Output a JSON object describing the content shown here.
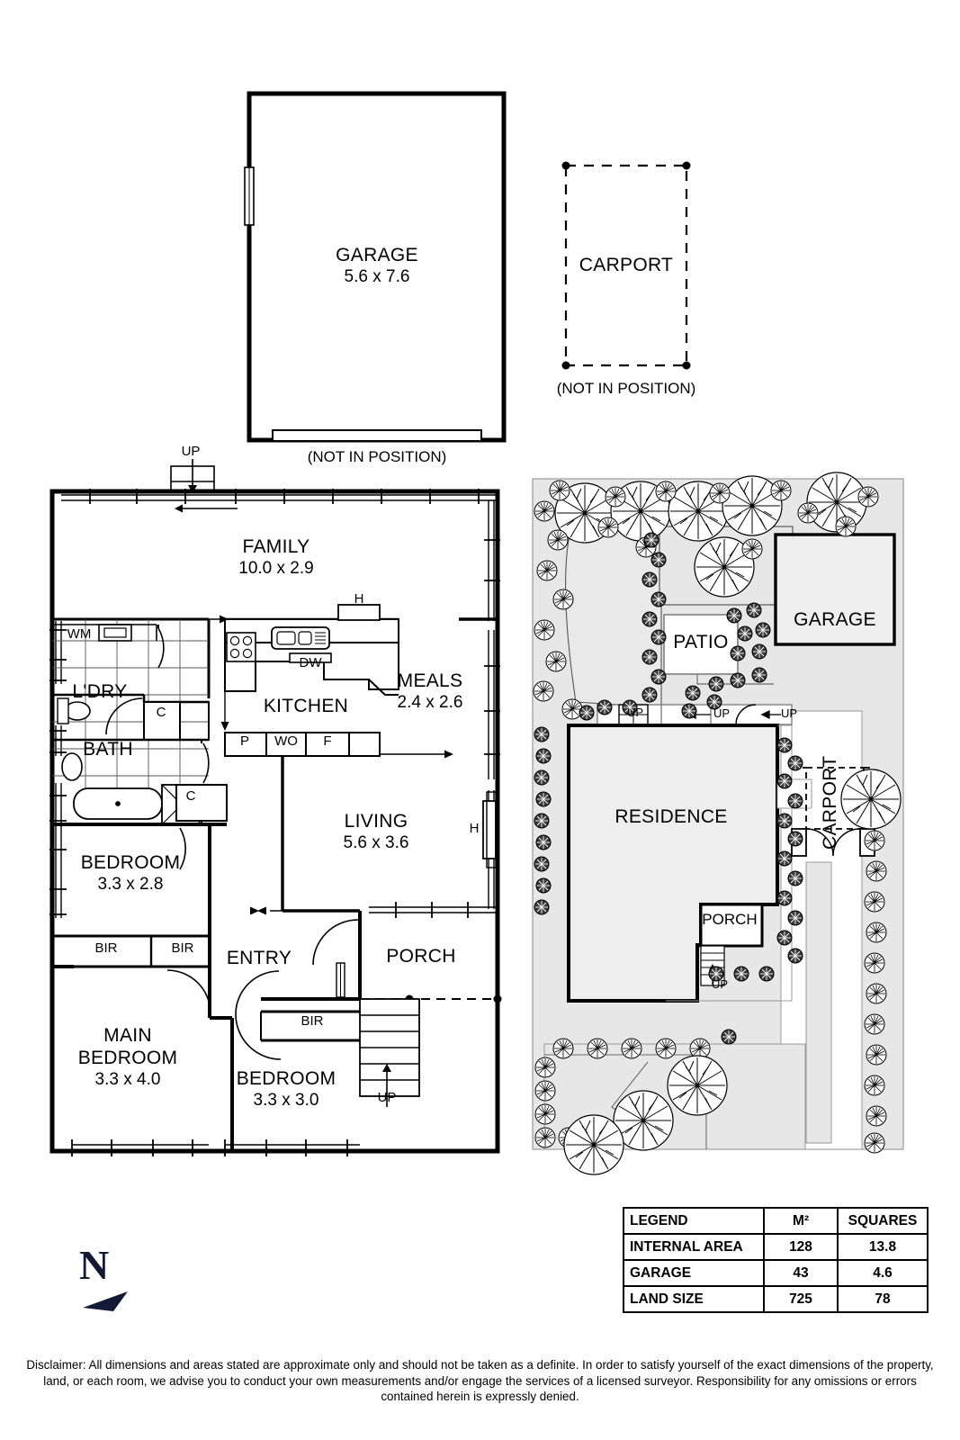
{
  "document": {
    "type": "real-estate-floor-plan",
    "disclaimer": "Disclaimer: All dimensions and areas stated are approximate only and should not be taken as a definite. In order to satisfy yourself of the exact dimensions of the property, land, or each room, we advise you to conduct your own measurements and/or engage the services of a licensed surveyor. Responsibility for any omissions or errors contained herein is expressly denied."
  },
  "detached_structures": {
    "garage": {
      "name": "GARAGE",
      "dimensions": "5.6 x 7.6",
      "note": "(NOT IN POSITION)"
    },
    "carport": {
      "name": "CARPORT",
      "note": "(NOT IN POSITION)"
    }
  },
  "floorplan": {
    "rooms": [
      {
        "name": "FAMILY",
        "dimensions": "10.0 x 2.9"
      },
      {
        "name": "MEALS",
        "dimensions": "2.4 x 2.6"
      },
      {
        "name": "KITCHEN",
        "dimensions": ""
      },
      {
        "name": "L'DRY",
        "dimensions": ""
      },
      {
        "name": "BATH",
        "dimensions": ""
      },
      {
        "name": "LIVING",
        "dimensions": "5.6 x 3.6"
      },
      {
        "name": "BEDROOM",
        "dimensions": "3.3 x 2.8"
      },
      {
        "name": "MAIN BEDROOM",
        "dimensions": "3.3 x 4.0"
      },
      {
        "name": "BEDROOM",
        "dimensions": "3.3 x 3.0"
      },
      {
        "name": "ENTRY",
        "dimensions": ""
      },
      {
        "name": "PORCH",
        "dimensions": ""
      }
    ],
    "room_labels": {
      "family_name": "FAMILY",
      "family_dim": "10.0 x 2.9",
      "meals_name": "MEALS",
      "meals_dim": "2.4 x 2.6",
      "kitchen_name": "KITCHEN",
      "ldry_name": "L'DRY",
      "bath_name": "BATH",
      "living_name": "LIVING",
      "living_dim": "5.6 x 3.6",
      "bedroom2_name": "BEDROOM",
      "bedroom2_dim": "3.3 x 2.8",
      "main_bed_line1": "MAIN",
      "main_bed_line2": "BEDROOM",
      "main_bed_dim": "3.3 x 4.0",
      "bedroom3_name": "BEDROOM",
      "bedroom3_dim": "3.3 x 3.0",
      "entry_name": "ENTRY",
      "porch_name": "PORCH"
    },
    "fixtures": {
      "wm": "WM",
      "dw": "DW",
      "hotwater_kitchen": "H",
      "hotwater_living": "H",
      "pantry": "P",
      "wall_oven": "WO",
      "fridge": "F",
      "cupboard_1": "C",
      "cupboard_2": "C",
      "bir_1": "BIR",
      "bir_2": "BIR",
      "bir_3": "BIR",
      "stairs_up_top": "UP",
      "stairs_up_bottom": "UP"
    }
  },
  "siteplan": {
    "labels": {
      "residence": "RESIDENCE",
      "garage": "GARAGE",
      "patio": "PATIO",
      "porch": "PORCH",
      "carport": "CARPORT",
      "up_1": "UP",
      "up_2": "UP",
      "up_3": "UP",
      "up_4": "UP"
    }
  },
  "legend": {
    "headers": [
      "LEGEND",
      "M²",
      "SQUARES"
    ],
    "rows": [
      {
        "label": "INTERNAL AREA",
        "m2": "128",
        "squares": "13.8"
      },
      {
        "label": "GARAGE",
        "m2": "43",
        "squares": "4.6"
      },
      {
        "label": "LAND SIZE",
        "m2": "725",
        "squares": "78"
      }
    ]
  },
  "compass": {
    "label": "N"
  }
}
